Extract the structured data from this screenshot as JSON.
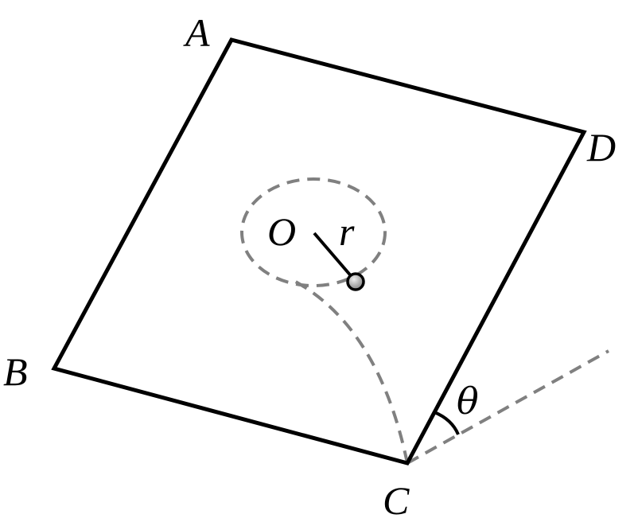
{
  "labels": {
    "A": "A",
    "B": "B",
    "C": "C",
    "D": "D",
    "O": "O",
    "r": "r",
    "theta": "θ"
  },
  "colors": {
    "stroke": "#000000",
    "dashed": "#808080",
    "ball_fill": "#b8b8b8",
    "ball_highlight": "#e8e8e8"
  }
}
